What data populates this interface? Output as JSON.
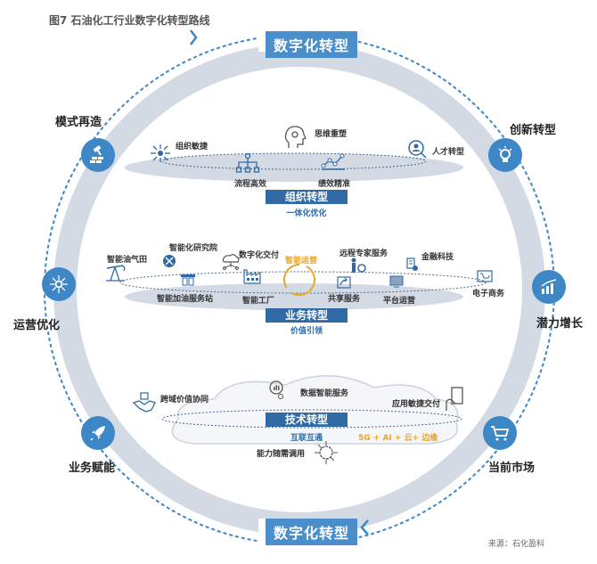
{
  "figure": {
    "title": "图7 石油化工行业数字化转型路线",
    "source": "来源：石化盈科"
  },
  "colors": {
    "primary_blue": "#3d87c7",
    "dark_blue": "#2f6aa5",
    "ring_gray": "#d3dae4",
    "accent_gold": "#e8a628",
    "dashed_blue": "#3d87c7"
  },
  "top_banner": "数字化转型",
  "bottom_banner": "数字化转型",
  "outer_nodes": [
    {
      "label": "模式再造",
      "icon": "gavel-bricks-icon"
    },
    {
      "label": "创新转型",
      "icon": "lightbulb-icon"
    },
    {
      "label": "运营优化",
      "icon": "gear-network-icon"
    },
    {
      "label": "潜力增长",
      "icon": "bar-growth-icon"
    },
    {
      "label": "业务赋能",
      "icon": "rocket-icon"
    },
    {
      "label": "当前市场",
      "icon": "shopping-cart-icon"
    }
  ],
  "organization": {
    "title": "组织转型",
    "subtitle": "一体化优化",
    "items": [
      {
        "label": "组织敏捷",
        "icon": "network-people-icon"
      },
      {
        "label": "思维重塑",
        "icon": "head-gear-icon"
      },
      {
        "label": "人才转型",
        "icon": "person-search-icon"
      },
      {
        "label": "流程高效",
        "icon": "hierarchy-icon"
      },
      {
        "label": "绩效精准",
        "icon": "line-chart-icon"
      }
    ]
  },
  "business": {
    "title": "业务转型",
    "subtitle": "价值引领",
    "center": {
      "label": "智能运营",
      "icon": "cycle-arrows-icon"
    },
    "items": [
      {
        "label": "智能油气田",
        "icon": "oil-pump-icon"
      },
      {
        "label": "智能化研究院",
        "icon": "research-icon"
      },
      {
        "label": "数字化交付",
        "icon": "cloud-network-icon"
      },
      {
        "label": "远程专家服务",
        "icon": "expert-gear-icon"
      },
      {
        "label": "金融科技",
        "icon": "finance-coin-icon"
      },
      {
        "label": "智能加油服务站",
        "icon": "gas-station-icon"
      },
      {
        "label": "智能工厂",
        "icon": "factory-icon"
      },
      {
        "label": "共享服务",
        "icon": "share-icon"
      },
      {
        "label": "平台运营",
        "icon": "platform-icon"
      },
      {
        "label": "电子商务",
        "icon": "ecommerce-icon"
      }
    ]
  },
  "technology": {
    "title": "技术转型",
    "subtitle": "互联互通",
    "tech_stack": "5G + AI + 云+ 边缘",
    "items": [
      {
        "label": "跨域价值协同",
        "icon": "handshake-icon"
      },
      {
        "label": "数据智能服务",
        "icon": "data-search-icon"
      },
      {
        "label": "应用敏捷交付",
        "icon": "hand-device-icon"
      },
      {
        "label": "能力随需调用",
        "icon": "virus-network-icon"
      }
    ]
  }
}
